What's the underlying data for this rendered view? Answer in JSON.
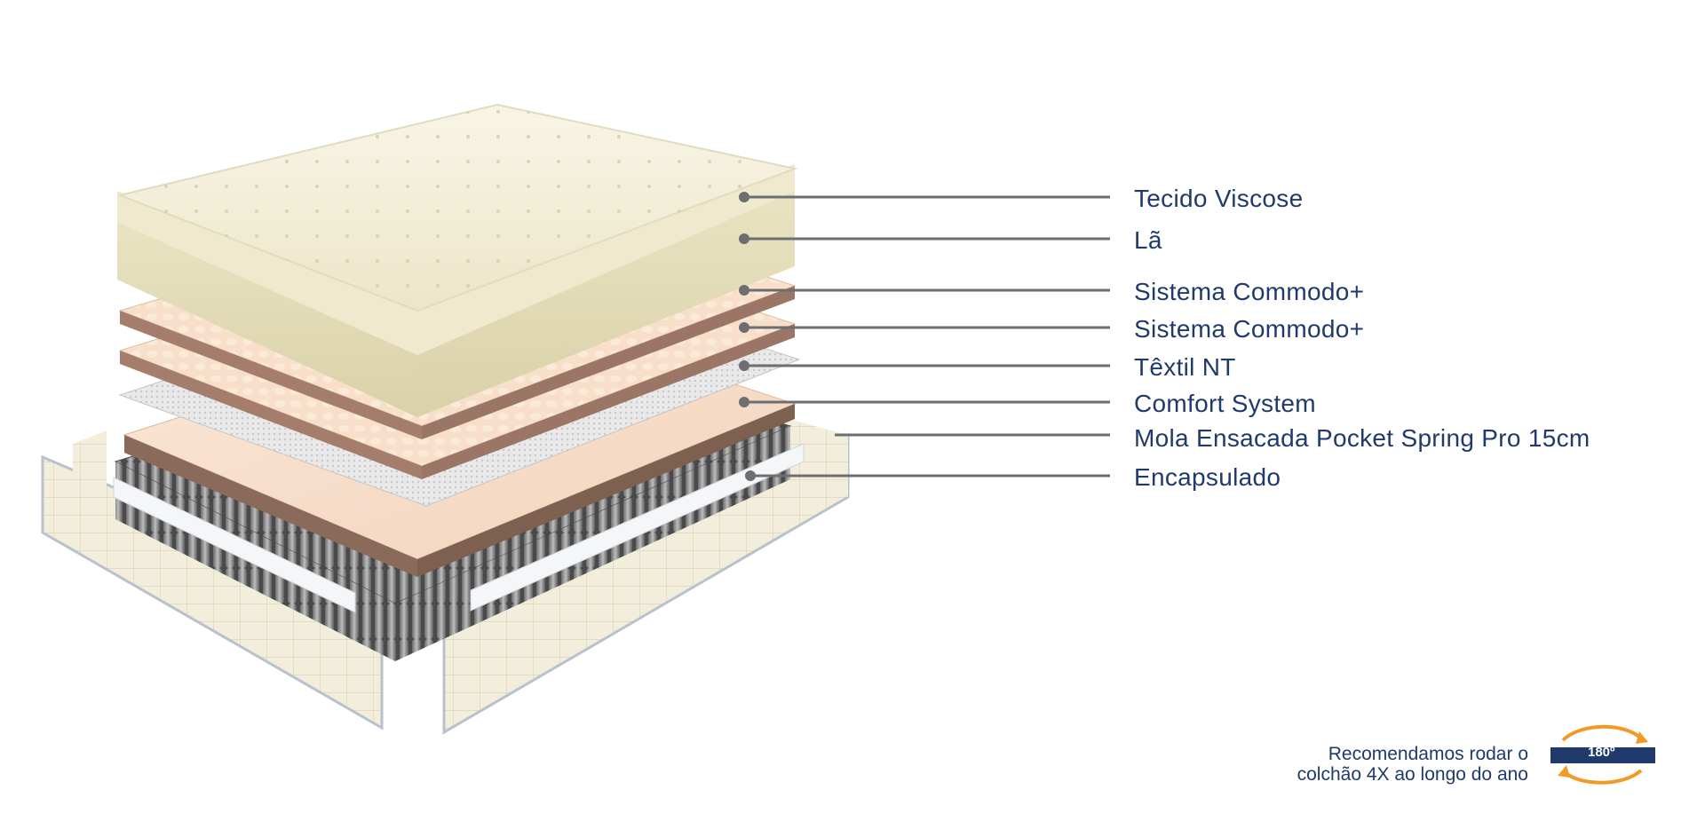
{
  "layers": [
    {
      "label": "Tecido Viscose"
    },
    {
      "label": "Lã"
    },
    {
      "label": "Sistema Commodo+"
    },
    {
      "label": "Sistema Commodo+"
    },
    {
      "label": "Têxtil NT"
    },
    {
      "label": "Comfort System"
    },
    {
      "label": "Mola Ensacada Pocket Spring Pro 15cm"
    },
    {
      "label": "Encapsulado"
    }
  ],
  "note": {
    "line1": "Recomendamos rodar o",
    "line2": "colchão 4X ao longo do ano",
    "rotation_badge": "180º"
  },
  "colors": {
    "label_text": "#1f3a6b",
    "leader_line": "#6d6e70",
    "badge": "#1f3a6b",
    "arrows": "#f39a26"
  },
  "icons": [
    "rotate-180-icon"
  ]
}
